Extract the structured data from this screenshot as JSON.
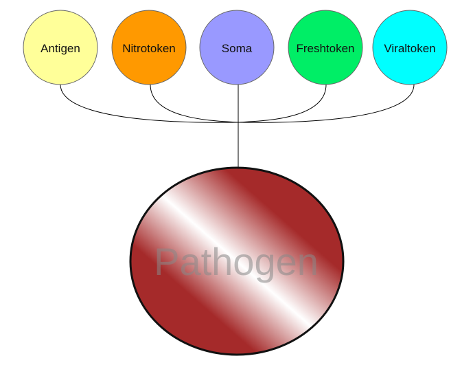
{
  "diagram": {
    "center": {
      "label": "Pathogen",
      "fill_dark": "#a52a2a",
      "fill_light": "#ffffff",
      "stroke": "#111111"
    },
    "nodes": [
      {
        "label": "Antigen",
        "color": "#ffff99"
      },
      {
        "label": "Nitrotoken",
        "color": "#ff9900"
      },
      {
        "label": "Soma",
        "color": "#9999ff"
      },
      {
        "label": "Freshtoken",
        "color": "#00ee66"
      },
      {
        "label": "Viraltoken",
        "color": "#00ffff"
      }
    ]
  }
}
